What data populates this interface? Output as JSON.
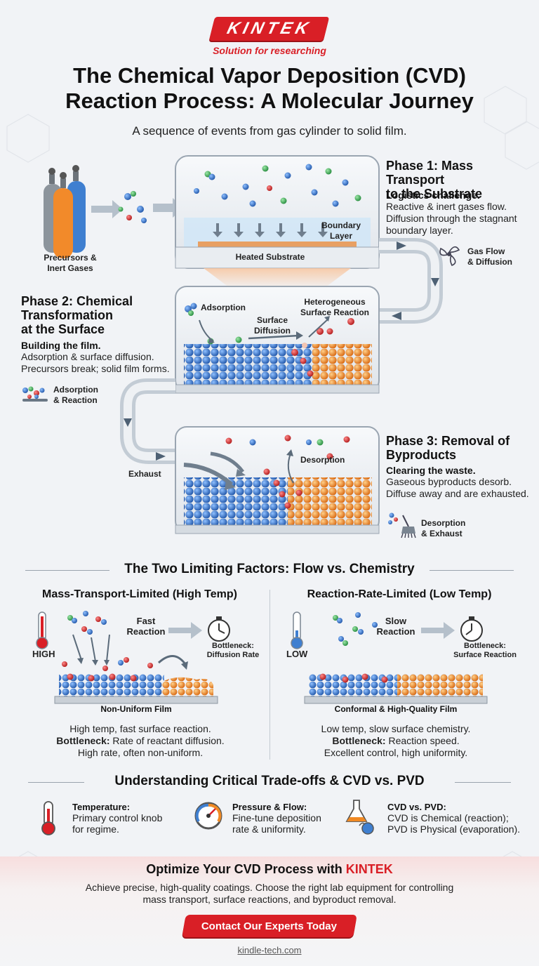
{
  "brand": {
    "name": "KINTEK",
    "tagline": "Solution for researching"
  },
  "title": {
    "line1": "The Chemical Vapor Deposition (CVD)",
    "line2": "Reaction Process: A Molecular Journey"
  },
  "subtitle": "A sequence of events from gas cylinder to solid film.",
  "gas_source": {
    "label_line1": "Precursors &",
    "label_line2": "Inert Gases"
  },
  "chamber1": {
    "boundary_line1": "Boundary",
    "boundary_line2": "Layer",
    "substrate": "Heated Substrate"
  },
  "phase1": {
    "title_line1": "Phase 1: Mass Transport",
    "title_line2": "to the Substrate",
    "lead": "Logistics challenge.",
    "body_line1": "Reactive & inert gases flow.",
    "body_line2": "Diffusion through the stagnant",
    "body_line3": "boundary layer.",
    "icon_line1": "Gas Flow",
    "icon_line2": "& Diffusion"
  },
  "chamber2": {
    "adsorption": "Adsorption",
    "surface_line1": "Surface",
    "surface_line2": "Diffusion",
    "hetero_line1": "Heterogeneous",
    "hetero_line2": "Surface Reaction"
  },
  "phase2": {
    "title_line1": "Phase 2: Chemical",
    "title_line2": "Transformation",
    "title_line3": "at the Surface",
    "lead": "Building the film.",
    "body_line1": "Adsorption & surface diffusion.",
    "body_line2": "Precursors break; solid film forms.",
    "icon_line1": "Adsorption",
    "icon_line2": "& Reaction"
  },
  "chamber3": {
    "exhaust": "Exhaust",
    "desorption": "Desorption"
  },
  "phase3": {
    "title_line1": "Phase 3: Removal of",
    "title_line2": "Byproducts",
    "lead": "Clearing the waste.",
    "body_line1": "Gaseous byproducts desorb.",
    "body_line2": "Diffuse away and are exhausted.",
    "icon_line1": "Desorption",
    "icon_line2": "& Exhaust"
  },
  "limiting": {
    "section_title": "The Two Limiting Factors: Flow vs. Chemistry",
    "left": {
      "title": "Mass-Transport-Limited (High Temp)",
      "temp": "HIGH",
      "speed_line1": "Fast",
      "speed_line2": "Reaction",
      "bottleneck_line1": "Bottleneck:",
      "bottleneck_line2": "Diffusion Rate",
      "film": "Non-Uniform Film",
      "desc_line1": "High temp, fast surface reaction.",
      "desc_bold": "Bottleneck:",
      "desc_line2": " Rate of reactant diffusion.",
      "desc_line3": "High rate, often non-uniform."
    },
    "right": {
      "title": "Reaction-Rate-Limited (Low Temp)",
      "temp": "LOW",
      "speed_line1": "Slow",
      "speed_line2": "Reaction",
      "bottleneck_line1": "Bottleneck:",
      "bottleneck_line2": "Surface Reaction",
      "film": "Conformal & High-Quality Film",
      "desc_line1": "Low temp, slow surface chemistry.",
      "desc_bold": "Bottleneck:",
      "desc_line2": " Reaction speed.",
      "desc_line3": "Excellent control, high uniformity."
    }
  },
  "tradeoffs": {
    "section_title": "Understanding Critical Trade-offs & CVD vs. PVD",
    "temperature": {
      "head": "Temperature:",
      "line1": "Primary control knob",
      "line2": "for regime."
    },
    "pressure": {
      "head": "Pressure & Flow:",
      "line1": "Fine-tune deposition",
      "line2": "rate & uniformity."
    },
    "cvd_pvd": {
      "head": "CVD vs. PVD:",
      "line1": "CVD is Chemical (reaction);",
      "line2": "PVD is Physical (evaporation)."
    }
  },
  "cta": {
    "title_prefix": "Optimize Your CVD Process with ",
    "title_brand": "KINTEK",
    "body_line1": "Achieve precise, high-quality coatings. Choose the right lab equipment for controlling",
    "body_line2": "mass transport, surface reactions, and byproduct removal.",
    "button": "Contact Our Experts Today",
    "url": "kindle-tech.com"
  },
  "colors": {
    "accent": "#d91f26",
    "blue_atom": "#2f6fc4",
    "orange_atom": "#f08a24",
    "red_atom": "#d73030",
    "green_atom": "#3aa35a"
  }
}
